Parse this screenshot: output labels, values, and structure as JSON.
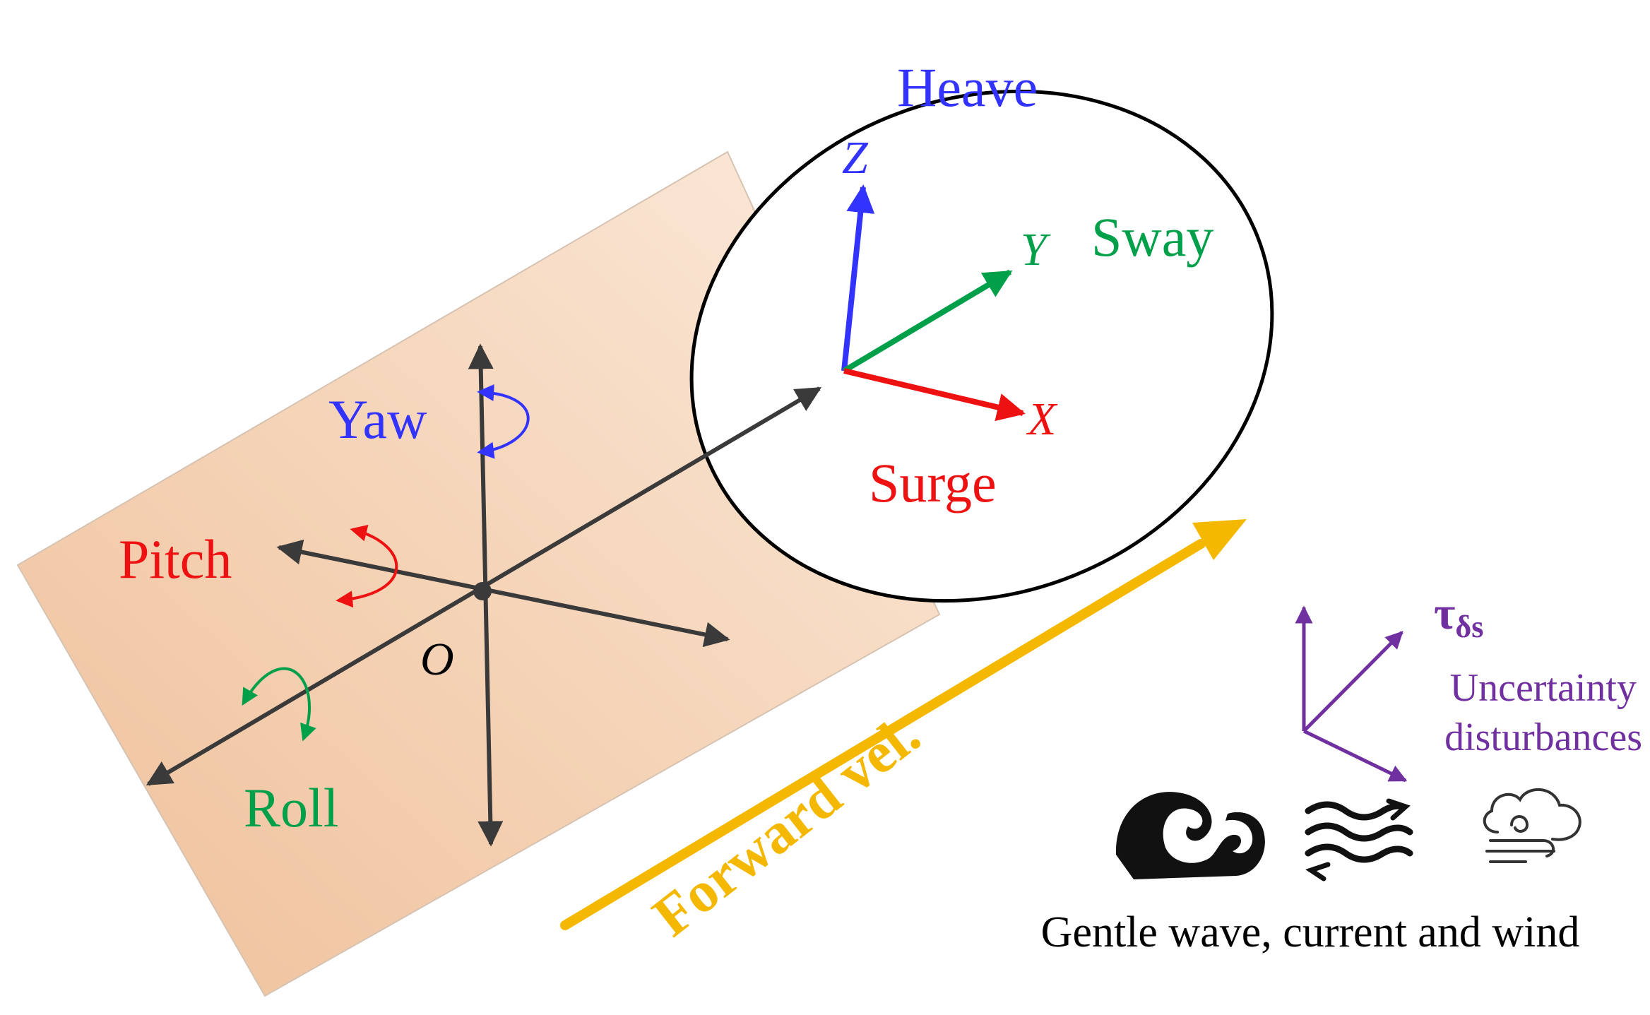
{
  "labels": {
    "heave": "Heave",
    "sway": "Sway",
    "surge": "Surge",
    "yaw": "Yaw",
    "pitch": "Pitch",
    "roll": "Roll",
    "axis_x": "X",
    "axis_y": "Y",
    "axis_z": "Z",
    "origin": "O",
    "forward_velocity": "Forward vel.",
    "tau_symbol": "τ",
    "tau_subscript": "δs",
    "uncertainty_line1": "Uncertainty",
    "uncertainty_line2": "disturbances",
    "environment_caption": "Gentle wave, current and wind"
  },
  "icons": {
    "wave": "wave-icon",
    "current": "current-icon",
    "wind": "wind-icon"
  },
  "colors": {
    "heave": "#3333ff",
    "sway": "#00a04a",
    "surge": "#ee1111",
    "forward": "#f5b800",
    "disturbance": "#7030a0",
    "axis": "#3a3a3a",
    "body_fill": "#f2c9a6"
  }
}
